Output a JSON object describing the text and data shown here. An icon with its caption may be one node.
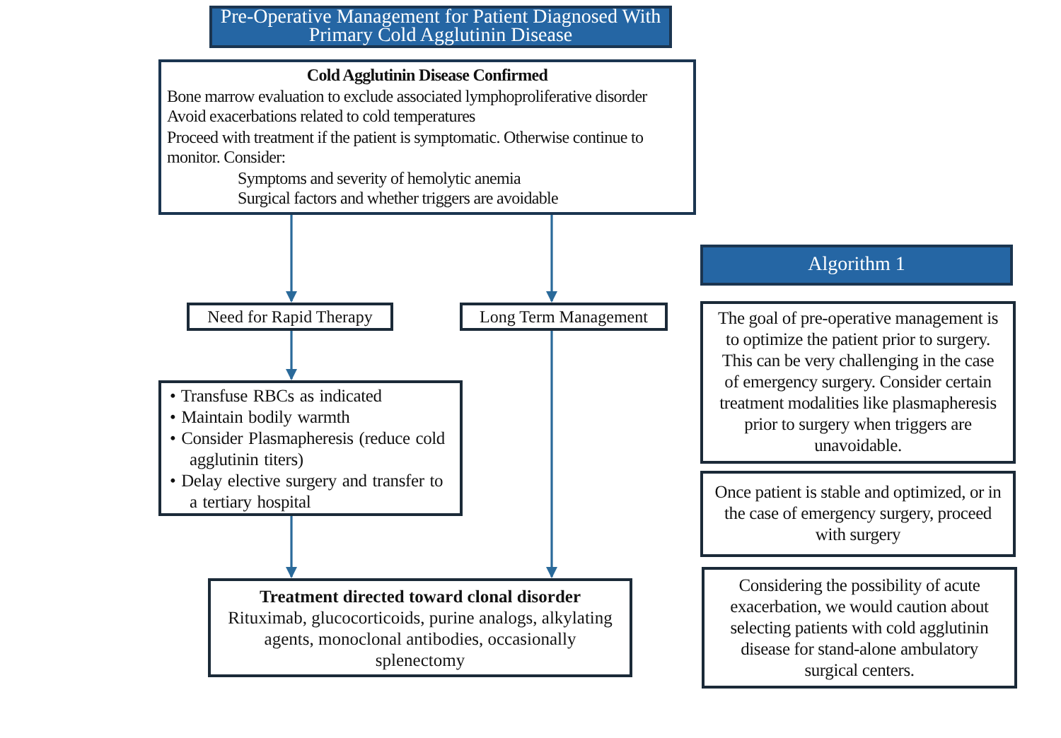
{
  "diagram": {
    "title": "Pre-Operative Management for Patient Diagnosed With Primary Cold Agglutinin Disease",
    "nodes": [
      {
        "text": [
          "Cold Agglutinin Disease Confirmed",
          "Bone marrow evaluation to exclude associated lymphoproliferative disorder",
          "Avoid exacerbations related to cold temperatures",
          "Proceed with treatment if the patient is symptomatic. Otherwise continue to monitor. Consider:",
          "Symptoms and severity of hemolytic anemia",
          "Surgical factors and whether triggers are avoidable"
        ]
      },
      {
        "text": [
          "Need for Rapid Therapy"
        ]
      },
      {
        "text": [
          "Long Term Management"
        ]
      },
      {
        "text": [
          "• Transfuse RBCs as indicated",
          "• Maintain bodily warmth",
          "• Consider Plasmapheresis (reduce cold agglutinin titers)",
          "• Delay elective surgery and transfer to a tertiary hospital"
        ]
      },
      {
        "text": [
          "Treatment directed toward clonal disorder",
          "Rituximab, glucocorticoids, purine analogs, alkylating agents, monoclonal antibodies, occasionally splenectomy"
        ]
      },
      {
        "text": [
          "Algorithm 1"
        ]
      },
      {
        "text": [
          "The goal of pre-operative management is to optimize the patient prior to surgery. This can be very challenging in the case of emergency surgery. Consider certain treatment modalities like plasmapheresis prior to surgery when triggers are unavoidable."
        ]
      },
      {
        "text": [
          "Once patient is stable and optimized, or in the case of  emergency surgery, proceed with surgery"
        ]
      },
      {
        "text": [
          "Considering the possibility of acute exacerbation, we would caution about selecting patients with cold agglutinin disease for stand-alone ambulatory surgical centers."
        ]
      }
    ],
    "edges": [
      {
        "from": 0,
        "to": 1,
        "arrow": "to"
      },
      {
        "from": 0,
        "to": 2,
        "arrow": "to"
      },
      {
        "from": 1,
        "to": 3,
        "arrow": "to"
      },
      {
        "from": 3,
        "to": 4,
        "arrow": "to"
      },
      {
        "from": 2,
        "to": 4,
        "arrow": "to"
      }
    ]
  }
}
